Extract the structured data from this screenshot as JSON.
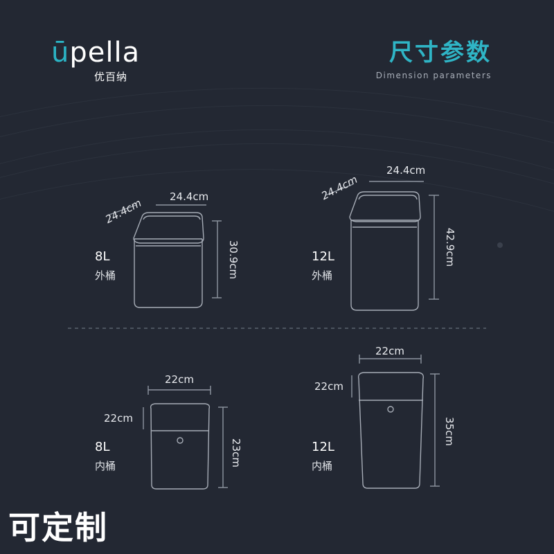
{
  "brand": {
    "logo_text": "upella",
    "name_cn": "优百纳"
  },
  "heading": {
    "title_cn": "尺寸参数",
    "subtitle_en": "Dimension parameters"
  },
  "products": [
    {
      "capacity": "8L",
      "type": "外桶",
      "width": "24.4cm",
      "depth": "24.4cm",
      "height": "30.9cm"
    },
    {
      "capacity": "12L",
      "type": "外桶",
      "width": "24.4cm",
      "depth": "24.4cm",
      "height": "42.9cm"
    },
    {
      "capacity": "8L",
      "type": "内桶",
      "width": "22cm",
      "depth": "22cm",
      "height": "23cm"
    },
    {
      "capacity": "12L",
      "type": "内桶",
      "width": "22cm",
      "depth": "22cm",
      "height": "35cm"
    }
  ],
  "footer": {
    "custom_label": "可定制"
  },
  "colors": {
    "background": "#232833",
    "accent": "#2fb5c6",
    "line": "#9aa1ac"
  }
}
